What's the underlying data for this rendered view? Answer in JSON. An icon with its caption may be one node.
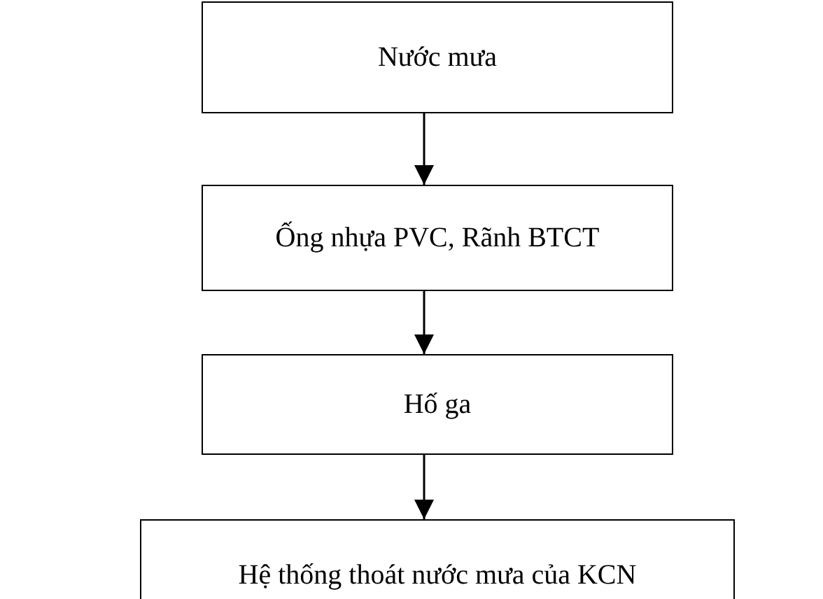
{
  "diagram": {
    "nodes": [
      {
        "text": [
          "Nước mưa"
        ]
      },
      {
        "text": [
          "Ống nhựa PVC, Rãnh BTCT"
        ]
      },
      {
        "text": [
          "Hố ga"
        ]
      },
      {
        "text": [
          "Hệ thống thoát nước mưa của KCN"
        ]
      }
    ],
    "edges": [
      {
        "from": 0,
        "to": 1,
        "arrow": "to"
      },
      {
        "from": 1,
        "to": 2,
        "arrow": "to"
      },
      {
        "from": 2,
        "to": 3,
        "arrow": "to"
      }
    ]
  }
}
